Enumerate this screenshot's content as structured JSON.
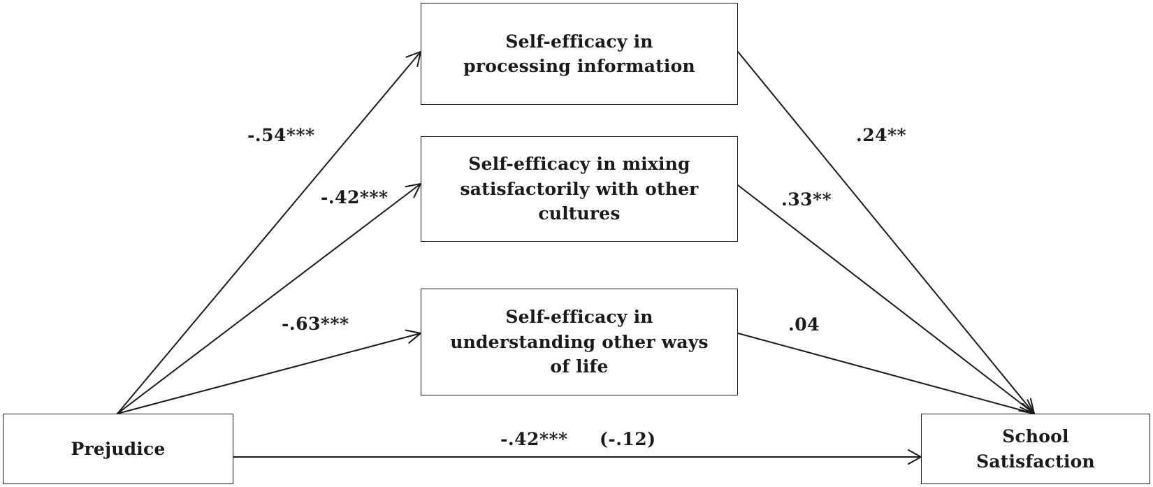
{
  "nodes": {
    "prejudice": "Prejudice",
    "mediator_processing": "Self-efficacy in processing information",
    "mediator_mixing": "Self-efficacy in mixing satisfactorily with other cultures",
    "mediator_understanding": "Self-efficacy in understanding other ways of life",
    "school_satisfaction": "School Satisfaction"
  },
  "paths": {
    "a_processing": "-.54***",
    "a_mixing": "-.42***",
    "a_understanding": "-.63***",
    "b_processing": ".24**",
    "b_mixing": ".33**",
    "b_understanding": ".04",
    "c_total": "-.42***",
    "c_direct": "(-.12)"
  },
  "colors": {
    "stroke": "#1a1a1a",
    "background": "#ffffff"
  }
}
